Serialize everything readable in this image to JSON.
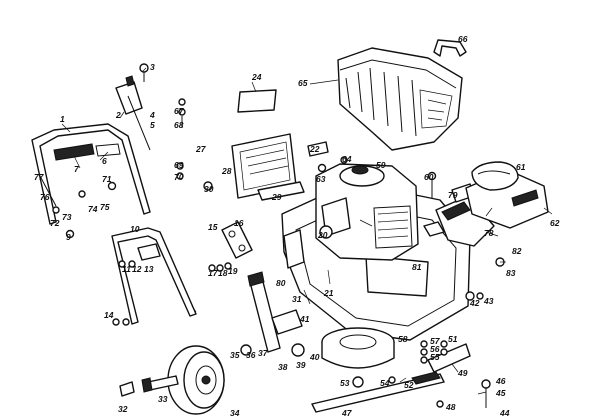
{
  "parts": [
    {
      "id": "p1",
      "label": "1"
    },
    {
      "id": "p2",
      "label": "2"
    },
    {
      "id": "p3",
      "label": "3"
    },
    {
      "id": "p4",
      "label": "4"
    },
    {
      "id": "p5",
      "label": "5"
    },
    {
      "id": "p6",
      "label": "6"
    },
    {
      "id": "p7",
      "label": "7"
    },
    {
      "id": "p9",
      "label": "9"
    },
    {
      "id": "p10",
      "label": "10"
    },
    {
      "id": "p11",
      "label": "11"
    },
    {
      "id": "p12",
      "label": "12"
    },
    {
      "id": "p13",
      "label": "13"
    },
    {
      "id": "p14",
      "label": "14"
    },
    {
      "id": "p15",
      "label": "15"
    },
    {
      "id": "p16",
      "label": "16"
    },
    {
      "id": "p17",
      "label": "17"
    },
    {
      "id": "p18",
      "label": "18"
    },
    {
      "id": "p19",
      "label": "19"
    },
    {
      "id": "p20",
      "label": "20"
    },
    {
      "id": "p21",
      "label": "21"
    },
    {
      "id": "p22",
      "label": "22"
    },
    {
      "id": "p24",
      "label": "24"
    },
    {
      "id": "p27",
      "label": "27"
    },
    {
      "id": "p28",
      "label": "28"
    },
    {
      "id": "p29",
      "label": "29"
    },
    {
      "id": "p30",
      "label": "30"
    },
    {
      "id": "p31",
      "label": "31"
    },
    {
      "id": "p32",
      "label": "32"
    },
    {
      "id": "p33",
      "label": "33"
    },
    {
      "id": "p34",
      "label": "34"
    },
    {
      "id": "p35",
      "label": "35"
    },
    {
      "id": "p36",
      "label": "36"
    },
    {
      "id": "p37",
      "label": "37"
    },
    {
      "id": "p38",
      "label": "38"
    },
    {
      "id": "p39",
      "label": "39"
    },
    {
      "id": "p40",
      "label": "40"
    },
    {
      "id": "p41",
      "label": "41"
    },
    {
      "id": "p42",
      "label": "42"
    },
    {
      "id": "p43",
      "label": "43"
    },
    {
      "id": "p44",
      "label": "44"
    },
    {
      "id": "p45",
      "label": "45"
    },
    {
      "id": "p46",
      "label": "46"
    },
    {
      "id": "p47",
      "label": "47"
    },
    {
      "id": "p48",
      "label": "48"
    },
    {
      "id": "p49",
      "label": "49"
    },
    {
      "id": "p51",
      "label": "51"
    },
    {
      "id": "p52",
      "label": "52"
    },
    {
      "id": "p53",
      "label": "53"
    },
    {
      "id": "p54",
      "label": "54"
    },
    {
      "id": "p55",
      "label": "55"
    },
    {
      "id": "p56",
      "label": "56"
    },
    {
      "id": "p57",
      "label": "57"
    },
    {
      "id": "p58",
      "label": "58"
    },
    {
      "id": "p59",
      "label": "59"
    },
    {
      "id": "p60",
      "label": "60"
    },
    {
      "id": "p61",
      "label": "61"
    },
    {
      "id": "p62",
      "label": "62"
    },
    {
      "id": "p63",
      "label": "63"
    },
    {
      "id": "p64",
      "label": "64"
    },
    {
      "id": "p65",
      "label": "65"
    },
    {
      "id": "p66",
      "label": "66"
    },
    {
      "id": "p67",
      "label": "67"
    },
    {
      "id": "p68",
      "label": "68"
    },
    {
      "id": "p69",
      "label": "69"
    },
    {
      "id": "p70",
      "label": "70"
    },
    {
      "id": "p71",
      "label": "71"
    },
    {
      "id": "p72",
      "label": "72"
    },
    {
      "id": "p73",
      "label": "73"
    },
    {
      "id": "p74",
      "label": "74"
    },
    {
      "id": "p75",
      "label": "75"
    },
    {
      "id": "p76",
      "label": "76"
    },
    {
      "id": "p77",
      "label": "77"
    },
    {
      "id": "p78",
      "label": "78"
    },
    {
      "id": "p79",
      "label": "79"
    },
    {
      "id": "p80",
      "label": "80"
    },
    {
      "id": "p81",
      "label": "81"
    },
    {
      "id": "p82",
      "label": "82"
    },
    {
      "id": "p83",
      "label": "83"
    }
  ]
}
